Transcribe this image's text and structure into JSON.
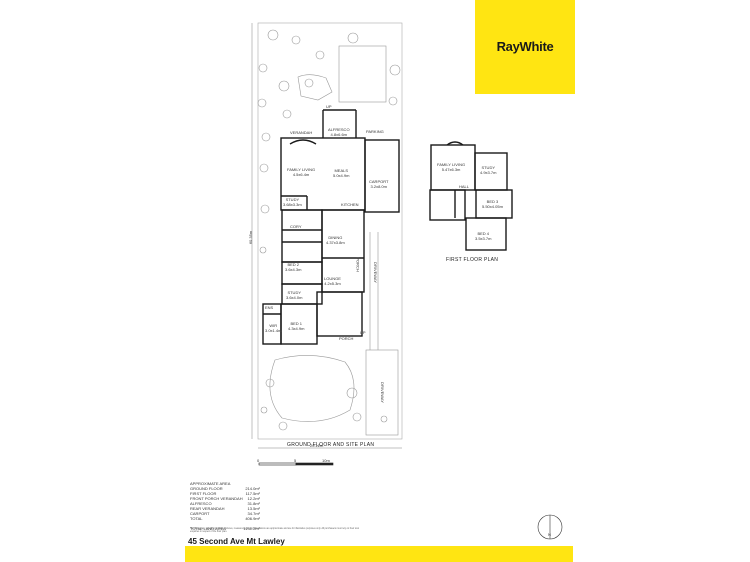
{
  "brand": {
    "logo_text": "RayWhite",
    "color": "#FFE512"
  },
  "ground_floor": {
    "caption": "GROUND FLOOR AND SITE PLAN",
    "width_dim": "20.12m",
    "depth_dim": "60.35m",
    "up_top": "UP",
    "up_porch": "UP",
    "rooms": {
      "verandah": "VERANDAH",
      "alfresco": {
        "name": "ALFRESCO",
        "size": "4.8x6.6m"
      },
      "parking": "PARKING",
      "family": {
        "name": "FAMILY LIVING",
        "size": "4.5x6.4m"
      },
      "meals": {
        "name": "MEALS",
        "size": "5.0x4.9m"
      },
      "carport": {
        "name": "CARPORT",
        "size": "3.2x8.0m"
      },
      "study1": {
        "name": "STUDY",
        "size": "3.68x3.3m"
      },
      "kitchen": "KITCHEN",
      "cory": "CORY",
      "dining": {
        "name": "DINING",
        "size": "4.37x3.8m"
      },
      "bed2": {
        "name": "BED 2",
        "size": "3.6x4.3m"
      },
      "lounge": {
        "name": "LOUNGE",
        "size": "4.2x5.3m"
      },
      "study2": {
        "name": "STUDY",
        "size": "3.6x4.0m"
      },
      "ens": "ENS",
      "wir": {
        "name": "WIR",
        "size": "3.0x1.4m"
      },
      "bed1": {
        "name": "BED 1",
        "size": "4.3x4.9m"
      },
      "porch_side": "PORCH",
      "porch_front": "PORCH",
      "driveway": "DRIVEWAY"
    }
  },
  "first_floor": {
    "caption": "FIRST FLOOR PLAN",
    "rooms": {
      "family": {
        "name": "FAMILY LIVING",
        "size": "5.47x6.3m"
      },
      "study": {
        "name": "STUDY",
        "size": "4.9x3.7m"
      },
      "hall": "HALL",
      "bed3": {
        "name": "BED 3",
        "size": "5.50x4.05m"
      },
      "bed4": {
        "name": "BED 4",
        "size": "3.5x3.7m"
      }
    }
  },
  "scale": {
    "zero": "0",
    "five": "5",
    "ten": "10m"
  },
  "areas": {
    "title": "APPROXIMATE AREA",
    "rows": [
      {
        "label": "GROUND FLOOR",
        "value": "214.0m²"
      },
      {
        "label": "FIRST FLOOR",
        "value": "117.5m²"
      },
      {
        "label": "FRONT PORCH VERANDAH",
        "value": "12.2m²"
      },
      {
        "label": "ALFRESCO",
        "value": "31.8m²"
      },
      {
        "label": "REAR VERANDAH",
        "value": "13.5m²"
      },
      {
        "label": "CARPORT",
        "value": "34.7m²"
      },
      {
        "label": "TOTAL",
        "value": "406.9m²"
      }
    ],
    "land": {
      "label": "TOTAL LAND AREA",
      "value": "1211.2m²"
    }
  },
  "disclaimer": "This floor plan, including furniture, fixtures, measurements and dimensions are approximate and are for illustrative purposes only. All purchasers must rely on their own enquiries in respect of the floor plan.",
  "address": "45 Second Ave Mt Lawley",
  "compass": "N"
}
